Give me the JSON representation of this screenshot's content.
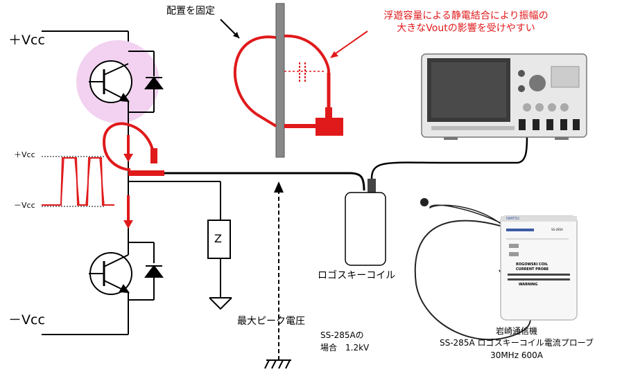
{
  "labels": {
    "plus_vcc": "＋Vcc",
    "minus_vcc": "－Vcc",
    "wave_plus_vcc": "＋Vcc",
    "wave_minus_vcc": "－Vcc",
    "fixed_position": "配置を固定",
    "coupling_note_line1": "浮遊容量による静電結合により振幅の",
    "coupling_note_line2": "大きなVoutの影響を受けやすい",
    "impedance": "Z",
    "rogowski_coil": "ロゴスキーコイル",
    "max_peak_voltage": "最大ピーク電圧",
    "ss285a_line1": "SS-285Aの",
    "ss285a_line2": "場合　1.2kV",
    "product_line1": "岩崎通信機",
    "product_line2": "SS-285A ロゴスキーコイル電流プローブ",
    "product_line3": "30MHz 600A"
  },
  "probe_box": {
    "brand": "IWATSU",
    "model": "SS-285A",
    "title_line1": "ROGOWSKI COIL",
    "title_line2": "CURRENT PROBE",
    "warning": "WARNING"
  },
  "colors": {
    "accent_red": "#e0191b",
    "highlight_pink": "#f2d2f0",
    "line_black": "#000000",
    "scope_screen": "#3a3a3a"
  }
}
